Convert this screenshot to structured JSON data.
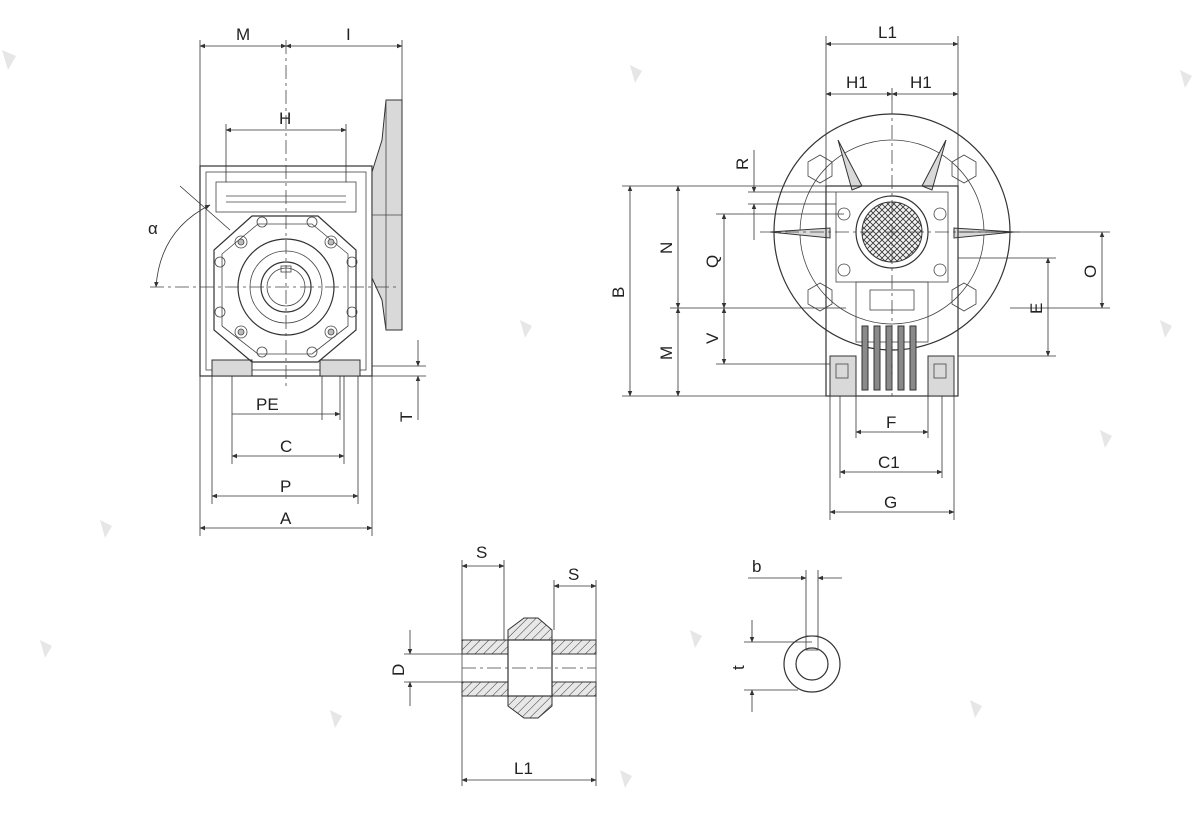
{
  "views": {
    "front": {
      "labels": {
        "M": "M",
        "I": "I",
        "H": "H",
        "alpha": "α",
        "PE": "PE",
        "C": "C",
        "P": "P",
        "A": "A",
        "T": "T"
      }
    },
    "side": {
      "labels": {
        "L1": "L1",
        "H1a": "H1",
        "H1b": "H1",
        "R": "R",
        "B": "B",
        "N": "N",
        "Q": "Q",
        "M": "M",
        "V": "V",
        "O": "O",
        "E": "E",
        "F": "F",
        "C1": "C1",
        "G": "G"
      }
    },
    "shaft": {
      "labels": {
        "S1": "S",
        "S2": "S",
        "D": "D",
        "L1": "L1"
      }
    },
    "key": {
      "labels": {
        "b": "b",
        "t": "t"
      }
    }
  },
  "colors": {
    "line": "#333333",
    "fill": "#d9d9d9",
    "dark": "#8a8a8a",
    "watermark": "#e6e6e6"
  },
  "icons": {
    "watermark": "watermark-logo-icon"
  }
}
